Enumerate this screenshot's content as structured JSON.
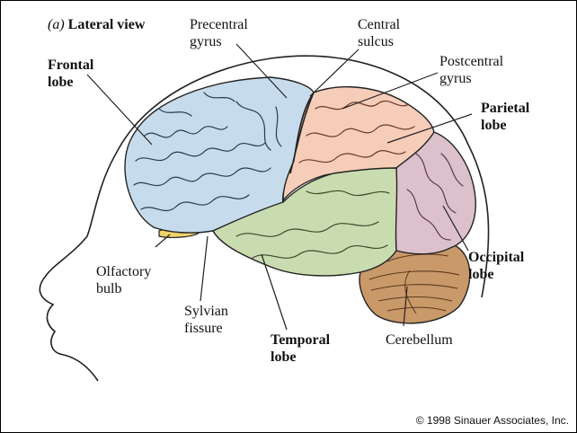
{
  "title": {
    "panel_letter": "(a)",
    "text": "Lateral view"
  },
  "labels": {
    "frontal": [
      "Frontal",
      "lobe"
    ],
    "precentral": [
      "Precentral",
      "gyrus"
    ],
    "central": [
      "Central",
      "sulcus"
    ],
    "postcentral": [
      "Postcentral",
      "gyrus"
    ],
    "parietal": [
      "Parietal",
      "lobe"
    ],
    "occipital": [
      "Occipital",
      "lobe"
    ],
    "olfactory": [
      "Olfactory",
      "bulb"
    ],
    "sylvian": [
      "Sylvian",
      "fissure"
    ],
    "temporal": [
      "Temporal",
      "lobe"
    ],
    "cerebellum": [
      "Cerebellum"
    ]
  },
  "copyright": "© 1998 Sinauer Associates, Inc.",
  "colors": {
    "frontal": "#c6dcec",
    "motor_strip": "#c6dcec",
    "parietal": "#f6cdb8",
    "temporal": "#c9dcb0",
    "occipital": "#dcc1cc",
    "cerebellum": "#c9996a",
    "olfactory": "#f0d26a",
    "outline": "#222222"
  }
}
